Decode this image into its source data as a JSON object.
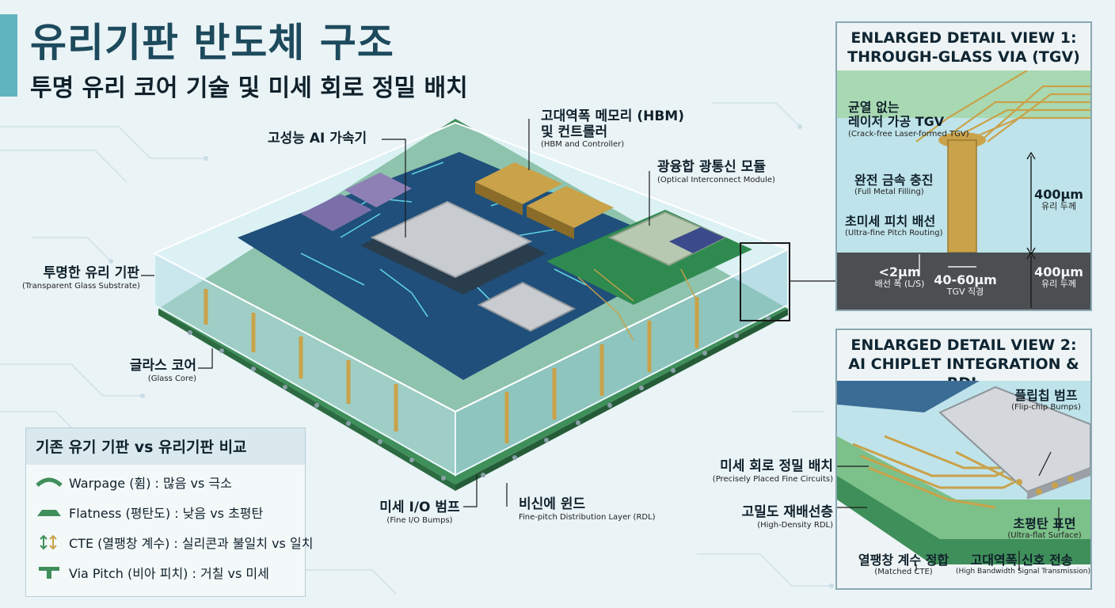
{
  "title": "유리기판 반도체 구조",
  "subtitle": "투명 유리 코어 기술 및 미세 회로 정밀 배치",
  "labels": {
    "ai_accel": {
      "ko": "고성능 AI 가속기"
    },
    "hbm": {
      "ko_line1": "고대역폭 메모리 (HBM)",
      "ko_line2": "및 컨트롤러",
      "en": "(HBM and Controller)"
    },
    "optical": {
      "ko": "광융합 광통신 모듈",
      "en": "(Optical Interconnect Module)"
    },
    "glass_substrate": {
      "ko": "투명한 유리 기판",
      "en": "(Transparent Glass Substrate)"
    },
    "glass_core": {
      "ko": "글라스 코어",
      "en": "(Glass Core)"
    },
    "fine_io": {
      "ko": "미세 I/O 범프",
      "en": "(Fine I/O Bumps)"
    },
    "rdl": {
      "ko": "비신에 윈드",
      "en": "Fine-pitch Distribution Layer (RDL)"
    }
  },
  "detail1": {
    "title_line1": "ENLARGED DETAIL VIEW 1:",
    "title_line2": "THROUGH-GLASS VIA (TGV)",
    "crack_free": {
      "ko_line1": "균열 없는",
      "ko_line2": "레이저 가공 TGV",
      "en": "(Crack-free Laser-formed TGV)"
    },
    "metal_fill": {
      "ko": "완전 금속 충진",
      "en": "(Full Metal Filling)"
    },
    "fine_pitch": {
      "ko": "초미세 피치 배선",
      "en": "(Ultra-fine Pitch Routing)"
    },
    "thickness_top": {
      "value": "400μm",
      "ko": "유리 두께"
    },
    "ls": {
      "value": "<2μm",
      "ko": "배선 폭 (L/S)"
    },
    "tgv_dia": {
      "value": "40-60μm",
      "ko": "TGV 직경"
    },
    "thickness_bottom": {
      "value": "400μm",
      "ko": "유리 두께"
    }
  },
  "detail2": {
    "title_line1": "ENLARGED DETAIL VIEW 2:",
    "title_line2": "AI CHIPLET INTEGRATION & RDL",
    "flip_chip": {
      "ko": "플립칩 범프",
      "en": "(Flip-chip Bumps)"
    },
    "fine_circuits": {
      "ko": "미세 회로 정밀 배치",
      "en": "(Precisely Placed Fine Circuits)"
    },
    "hd_rdl": {
      "ko": "고밀도 재배선층",
      "en": "(High-Density RDL)"
    },
    "ultra_flat": {
      "ko": "초평탄 표면",
      "en": "(Ultra-flat Surface)"
    },
    "cte": {
      "ko": "열팽창 계수 정합",
      "en": "(Matched CTE)"
    },
    "hbw": {
      "ko": "고대역폭 신호 전송",
      "en": "(High Bandwidth Signal Transmission)"
    }
  },
  "comparison": {
    "title": "기존 유기 기판 vs 유리기판 비교",
    "rows": [
      {
        "icon": "warpage-icon",
        "text": "Warpage (휨) : 많음 vs 극소"
      },
      {
        "icon": "flatness-icon",
        "text": "Flatness (평탄도) : 낮음 vs 초평탄"
      },
      {
        "icon": "cte-arrows-icon",
        "text": "CTE (열팽창 계수) : 실리콘과 불일치 vs 일치"
      },
      {
        "icon": "via-icon",
        "text": "Via Pitch (비아 피치) : 거칠 vs 미세"
      }
    ]
  },
  "colors": {
    "accent": "#5fb5bf",
    "glass": "#bfe3ea",
    "pcb": "#1f4f7a",
    "gold": "#c9a24a",
    "green": "#3f8f5a"
  }
}
